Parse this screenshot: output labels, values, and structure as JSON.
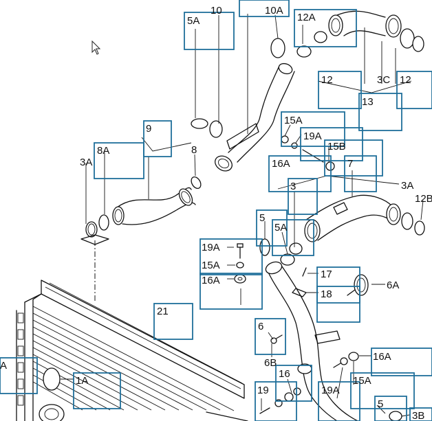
{
  "labels": {
    "l_5A_top": "5A",
    "l_10": "10",
    "l_10A": "10A",
    "l_12A": "12A",
    "l_12_left": "12",
    "l_3C": "3C",
    "l_12_right": "12",
    "l_13": "13",
    "l_9": "9",
    "l_8A": "8A",
    "l_3A_left": "3A",
    "l_8": "8",
    "l_15A_top": "15A",
    "l_19A_top": "19A",
    "l_15B": "15B",
    "l_16A_top": "16A",
    "l_7": "7",
    "l_3": "3",
    "l_3A_right": "3A",
    "l_12B": "12B",
    "l_5": "5",
    "l_5A_mid": "5A",
    "l_19A_mid": "19A",
    "l_15A_mid": "15A",
    "l_16A_mid": "16A",
    "l_17": "17",
    "l_6A": "6A",
    "l_18": "18",
    "l_21": "21",
    "l_6": "6",
    "l_6B": "6B",
    "l_1A": "1A",
    "l_A": "A",
    "l_16A_bot": "16A",
    "l_16": "16",
    "l_19": "19",
    "l_19A_bot": "19A",
    "l_15A_bot": "15A",
    "l_5_bot": "5",
    "l_3B": "3B"
  },
  "colors": {
    "callout_box": "#1f6f9a",
    "line": "#111111",
    "background": "#ffffff"
  },
  "cursor": "mouse-pointer-icon"
}
